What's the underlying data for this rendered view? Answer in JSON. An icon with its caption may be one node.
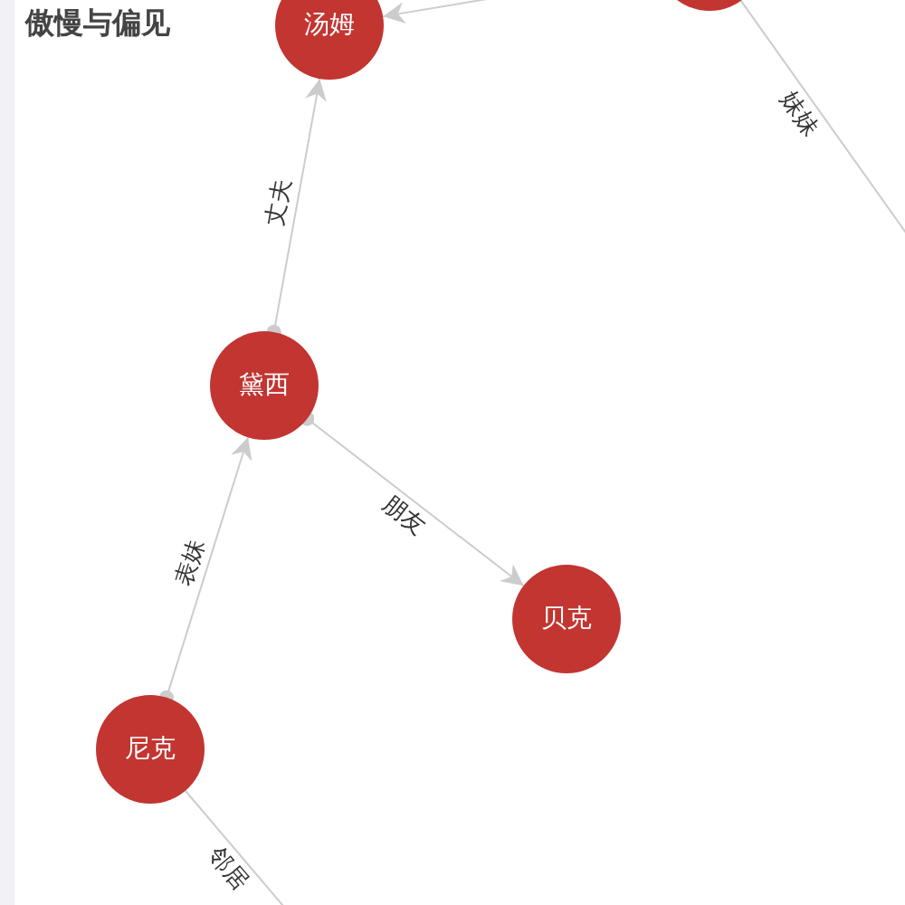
{
  "diagram": {
    "title": "傲慢与偏见",
    "nodes": [
      {
        "text": [
          "汤姆"
        ]
      },
      {
        "text": [],
        "shape": "circle"
      },
      {
        "text": [
          "黛西"
        ]
      },
      {
        "text": [
          "贝克"
        ]
      },
      {
        "text": [
          "尼克"
        ]
      }
    ],
    "edges": [
      {
        "from": null,
        "to": 0,
        "arrow": "to"
      },
      {
        "from": 1,
        "to": null,
        "label": "妹妹",
        "arrow": "none"
      },
      {
        "from": 2,
        "to": 0,
        "label": "丈夫",
        "arrow": "to"
      },
      {
        "from": 2,
        "to": 3,
        "label": "朋友",
        "arrow": "to"
      },
      {
        "from": 4,
        "to": 2,
        "label": "表妹",
        "arrow": "to"
      },
      {
        "from": 4,
        "to": null,
        "label": "邻居",
        "arrow": "none"
      }
    ]
  }
}
